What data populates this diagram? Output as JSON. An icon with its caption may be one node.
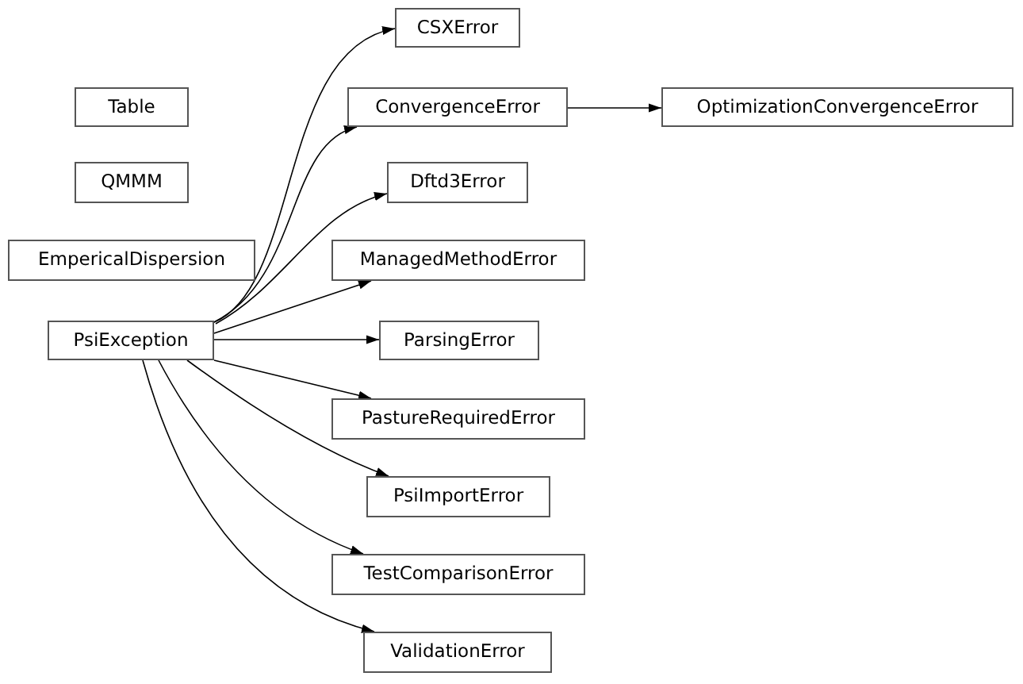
{
  "diagram": {
    "nodes": [
      {
        "text": [
          "Table"
        ]
      },
      {
        "text": [
          "QMMM"
        ]
      },
      {
        "text": [
          "EmpericalDispersion"
        ]
      },
      {
        "text": [
          "PsiException"
        ]
      },
      {
        "text": [
          "CSXError"
        ]
      },
      {
        "text": [
          "ConvergenceError"
        ]
      },
      {
        "text": [
          "OptimizationConvergenceError"
        ]
      },
      {
        "text": [
          "Dftd3Error"
        ]
      },
      {
        "text": [
          "ManagedMethodError"
        ]
      },
      {
        "text": [
          "ParsingError"
        ]
      },
      {
        "text": [
          "PastureRequiredError"
        ]
      },
      {
        "text": [
          "PsiImportError"
        ]
      },
      {
        "text": [
          "TestComparisonError"
        ]
      },
      {
        "text": [
          "ValidationError"
        ]
      }
    ],
    "edges": [
      {
        "from": 3,
        "to": 4,
        "arrow": "to"
      },
      {
        "from": 3,
        "to": 5,
        "arrow": "to"
      },
      {
        "from": 5,
        "to": 6,
        "arrow": "to"
      },
      {
        "from": 3,
        "to": 7,
        "arrow": "to"
      },
      {
        "from": 3,
        "to": 8,
        "arrow": "to"
      },
      {
        "from": 3,
        "to": 9,
        "arrow": "to"
      },
      {
        "from": 3,
        "to": 10,
        "arrow": "to"
      },
      {
        "from": 3,
        "to": 11,
        "arrow": "to"
      },
      {
        "from": 3,
        "to": 12,
        "arrow": "to"
      },
      {
        "from": 3,
        "to": 13,
        "arrow": "to"
      }
    ]
  }
}
